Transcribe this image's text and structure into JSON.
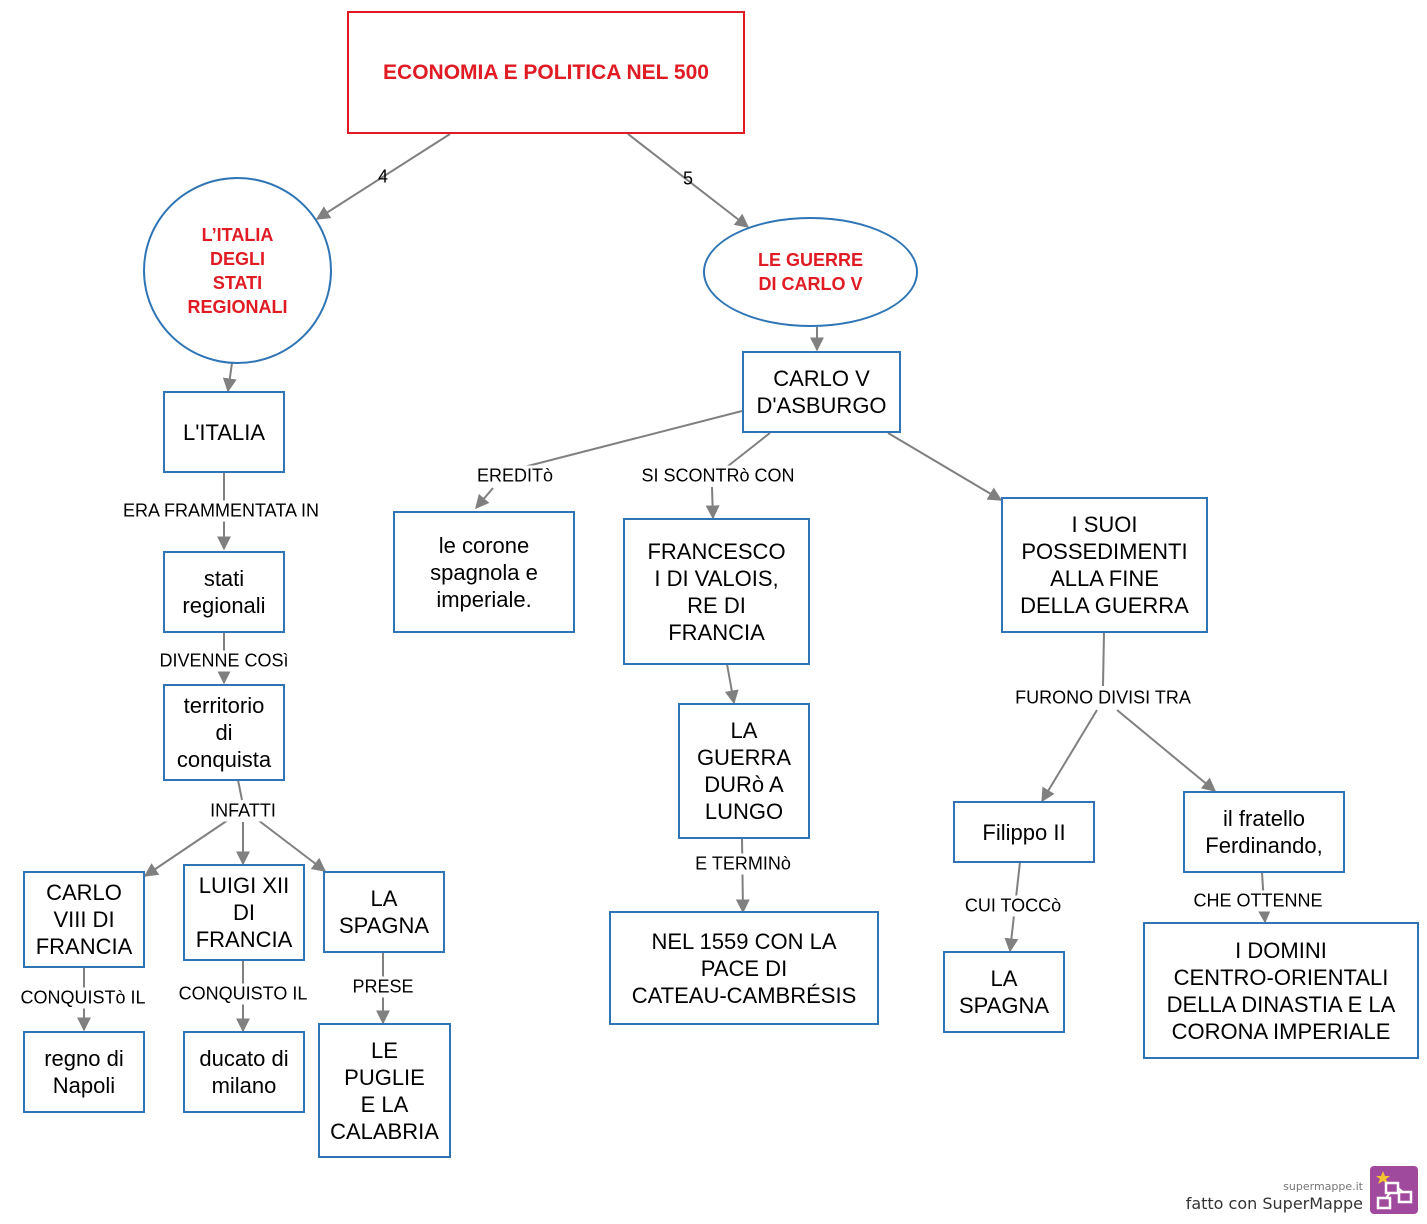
{
  "title": "ECONOMIA  E  POLITICA  NEL 500",
  "nodes": {
    "italia_stati": "L’ITALIA\nDEGLI\nSTATI\nREGIONALI",
    "guerre_carlo": "LE  GUERRE\nDI  CARLO  V",
    "italia": "L'ITALIA",
    "stati_regionali": "stati\nregionali",
    "territorio": "territorio\ndi\nconquista",
    "carlo_viii": "CARLO\nVIII DI\nFRANCIA",
    "luigi_xii": "LUIGI XII\nDI\nFRANCIA",
    "spagna1": "LA\nSPAGNA",
    "regno_napoli": "regno di\nNapoli",
    "ducato_milano": "ducato di\nmilano",
    "puglie": "LE\nPUGLIE\nE LA\nCALABRIA",
    "carlo_v": "CARLO V\nD'ASBURGO",
    "corone": "le corone\nspagnola e\nimperiale.",
    "francesco": "FRANCESCO\nI DI VALOIS,\nRE DI\nFRANCIA",
    "guerra_lungo": "LA\nGUERRA\nDURò A\nLUNGO",
    "pace": "NEL 1559   CON LA\nPACE          DI\nCATEAU-CAMBRÉSIS",
    "possedimenti": "I SUOI\nPOSSEDIMENTI\nALLA FINE\nDELLA GUERRA",
    "filippo": "Filippo II",
    "fratello": "il fratello\nFerdinando,",
    "spagna2": "LA\nSPAGNA",
    "domini": "I DOMINI\nCENTRO-ORIENTALI\nDELLA DINASTIA E LA\nCORONA IMPERIALE"
  },
  "edge_labels": {
    "four": "4",
    "five": "5",
    "frammentata": "ERA FRAMMENTATA IN",
    "divenne": "DIVENNE COSì",
    "infatti": "INFATTI",
    "conquisto_il_1": "CONQUISTò IL",
    "conquisto_il_2": "CONQUISTO IL",
    "prese": "PRESE",
    "eredito": "EREDITò",
    "scontro": "SI SCONTRò CON",
    "termino": "E TERMINò",
    "divisi": "FURONO DIVISI TRA",
    "cui_tocco": "CUI TOCCò",
    "che_ottenne": "CHE OTTENNE"
  },
  "footer": {
    "site": "supermappe.it",
    "made_with": "fatto con SuperMappe"
  },
  "colors": {
    "title_red": "#e01b24",
    "node_border_blue": "#2f75b5",
    "arrow_gray": "#808080",
    "logo_purple": "#a04a9e"
  }
}
